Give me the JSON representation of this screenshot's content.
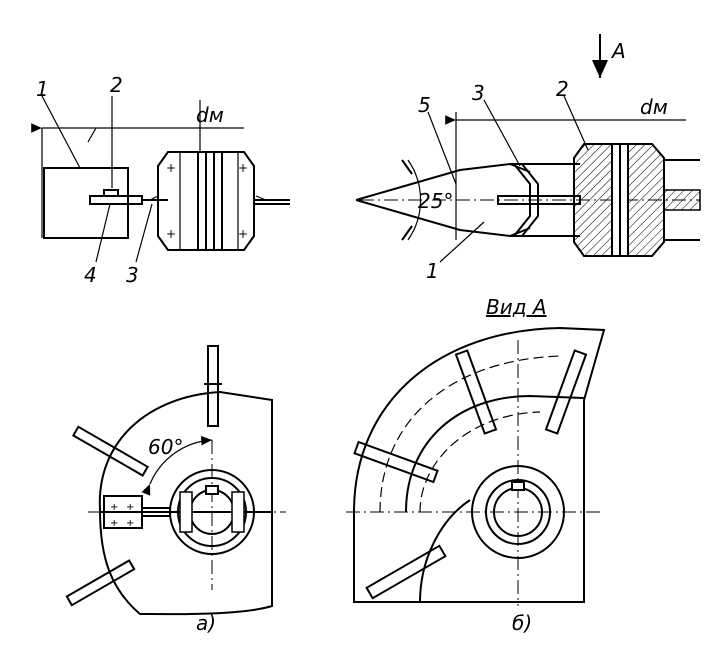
{
  "labels": {
    "a_top_1": "1",
    "a_top_2": "2",
    "a_top_3": "3",
    "a_top_4": "4",
    "a_top_dm": "dм",
    "b_top_5": "5",
    "b_top_3": "3",
    "b_top_2": "2",
    "b_top_1": "1",
    "b_top_dm": "dм",
    "b_top_A": "A",
    "angle_25": "25°",
    "angle_60": "60°",
    "view_title": "Вид А",
    "caption_a": "а)",
    "caption_b": "б)"
  }
}
